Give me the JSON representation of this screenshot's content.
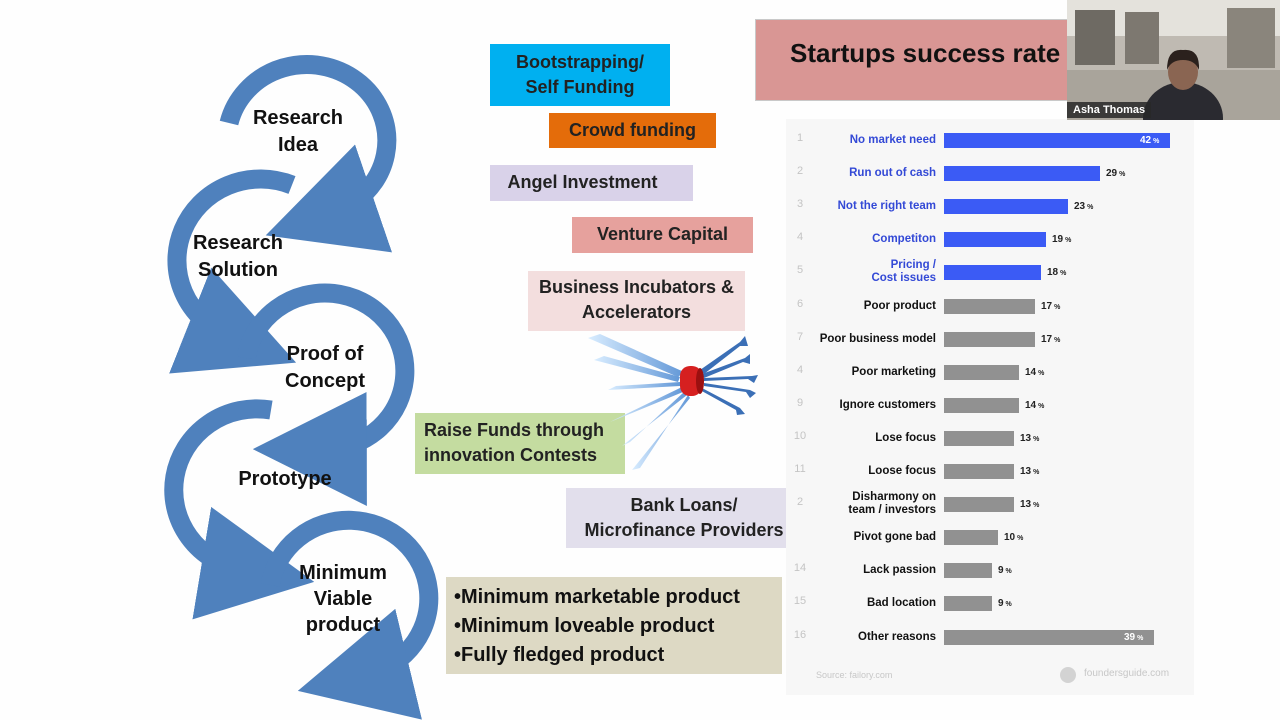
{
  "lifecycle_steps": [
    {
      "label_line1": "Research",
      "label_line2": "Idea"
    },
    {
      "label_line1": "Research",
      "label_line2": "Solution"
    },
    {
      "label_line1": "Proof of",
      "label_line2": "Concept"
    },
    {
      "label_line1": "Prototype",
      "label_line2": ""
    },
    {
      "label_line1": "Minimum",
      "label_line2": "Viable",
      "label_line3": "product"
    }
  ],
  "funding_sources": [
    {
      "line1": "Bootstrapping/",
      "line2": "Self Funding",
      "color": "#00b0f0"
    },
    {
      "line1": "Crowd funding",
      "line2": "",
      "color": "#e46c0a"
    },
    {
      "line1": "Angel Investment",
      "line2": "",
      "color": "#d9d2e9"
    },
    {
      "line1": "Venture Capital",
      "line2": "",
      "color": "#e6a19d"
    },
    {
      "line1": "Business Incubators &",
      "line2": "Accelerators",
      "color": "#f3dede"
    },
    {
      "line1": "Raise Funds through",
      "line2": "innovation Contests",
      "color": "#c4dca0"
    },
    {
      "line1": "Bank Loans/",
      "line2": "Microfinance Providers",
      "color": "#e2dfec"
    }
  ],
  "product_levels": [
    "•Minimum marketable product",
    "•Minimum loveable product",
    "•Fully fledged product"
  ],
  "chart_title": "Startups success rate",
  "chart_data": {
    "type": "bar",
    "orientation": "horizontal",
    "categories": [
      "No market need",
      "Run out of cash",
      "Not the right team",
      "Competiton",
      "Pricing / Cost issues",
      "Poor product",
      "Poor business model",
      "Poor marketing",
      "Ignore customers",
      "Lose focus",
      "Loose focus",
      "Disharmony on team / investors",
      "Pivot gone bad",
      "Lack passion",
      "Bad location",
      "Other reasons"
    ],
    "label_lines": [
      [
        "No market need"
      ],
      [
        "Run out of cash"
      ],
      [
        "Not the right team"
      ],
      [
        "Competiton"
      ],
      [
        "Pricing /",
        "Cost issues"
      ],
      [
        "Poor product"
      ],
      [
        "Poor business model"
      ],
      [
        "Poor marketing"
      ],
      [
        "Ignore customers"
      ],
      [
        "Lose focus"
      ],
      [
        "Loose focus"
      ],
      [
        "Disharmony on",
        "team / investors"
      ],
      [
        "Pivot gone bad"
      ],
      [
        "Lack passion"
      ],
      [
        "Bad location"
      ],
      [
        "Other reasons"
      ]
    ],
    "rank_labels": [
      "1",
      "2",
      "3",
      "4",
      "5",
      "6",
      "7",
      "4",
      "9",
      "10",
      "11",
      "2",
      "",
      "14",
      "15",
      "16"
    ],
    "values": [
      42,
      29,
      23,
      19,
      18,
      17,
      17,
      14,
      14,
      13,
      13,
      13,
      10,
      9,
      9,
      39
    ],
    "unit": "%",
    "highlight_count": 5,
    "highlight_color": "#3b5bf5",
    "highlight_label_color": "#3349d6",
    "other_color": "#919191",
    "other_label_color": "#111111",
    "xlim": [
      0,
      42
    ],
    "source": "Source: failory.com",
    "brand": "foundersguide.com"
  },
  "webcam": {
    "name": "Asha Thomas"
  }
}
